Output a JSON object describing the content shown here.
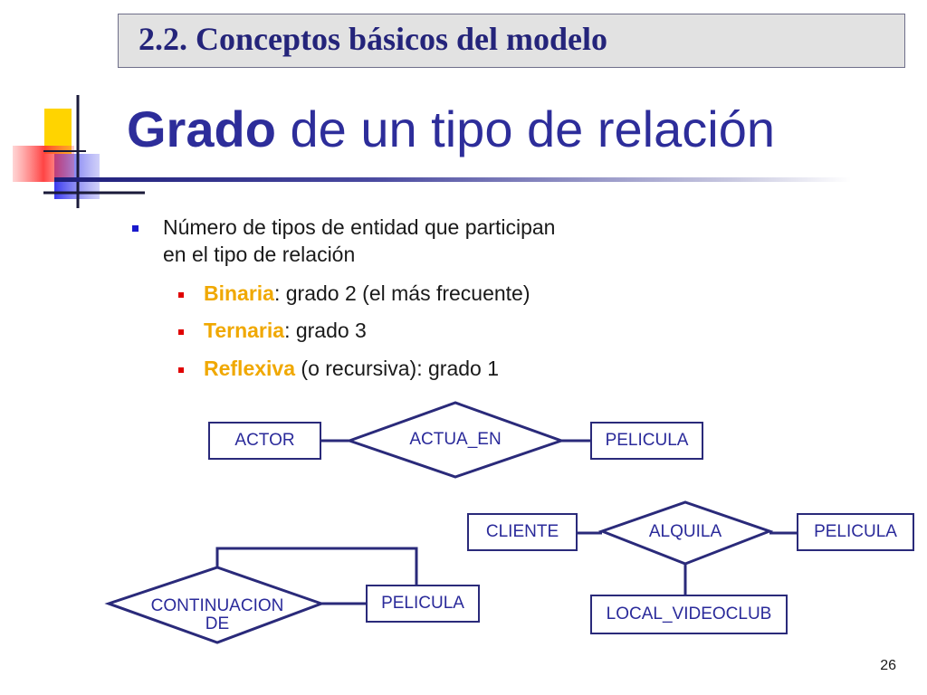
{
  "header": {
    "section_title": "2.2. Conceptos básicos del modelo"
  },
  "title": {
    "bold": "Grado",
    "rest": " de un tipo de relación"
  },
  "bullets": {
    "main_line1": "Número de tipos de entidad que participan",
    "main_line2": "en el tipo de relación",
    "sub": [
      {
        "term": "Binaria",
        "rest": ": grado 2 (el más frecuente)"
      },
      {
        "term": "Ternaria",
        "rest": ": grado 3"
      },
      {
        "term": "Reflexiva",
        "rest": " (o recursiva): grado 1"
      }
    ]
  },
  "diagrams": {
    "binary": {
      "entity_left": "ACTOR",
      "relationship": "ACTUA_EN",
      "entity_right": "PELICULA"
    },
    "ternary": {
      "entity_left": "CLIENTE",
      "relationship": "ALQUILA",
      "entity_right": "PELICULA",
      "entity_bottom": "LOCAL_VIDEOCLUB"
    },
    "reflexive": {
      "relationship_line1": "CONTINUACION",
      "relationship_line2": "DE",
      "entity": "PELICULA"
    }
  },
  "page_number": "26",
  "colors": {
    "title": "#2d2d9a",
    "term": "#f0a800",
    "diagram": "#2a2a7a"
  }
}
